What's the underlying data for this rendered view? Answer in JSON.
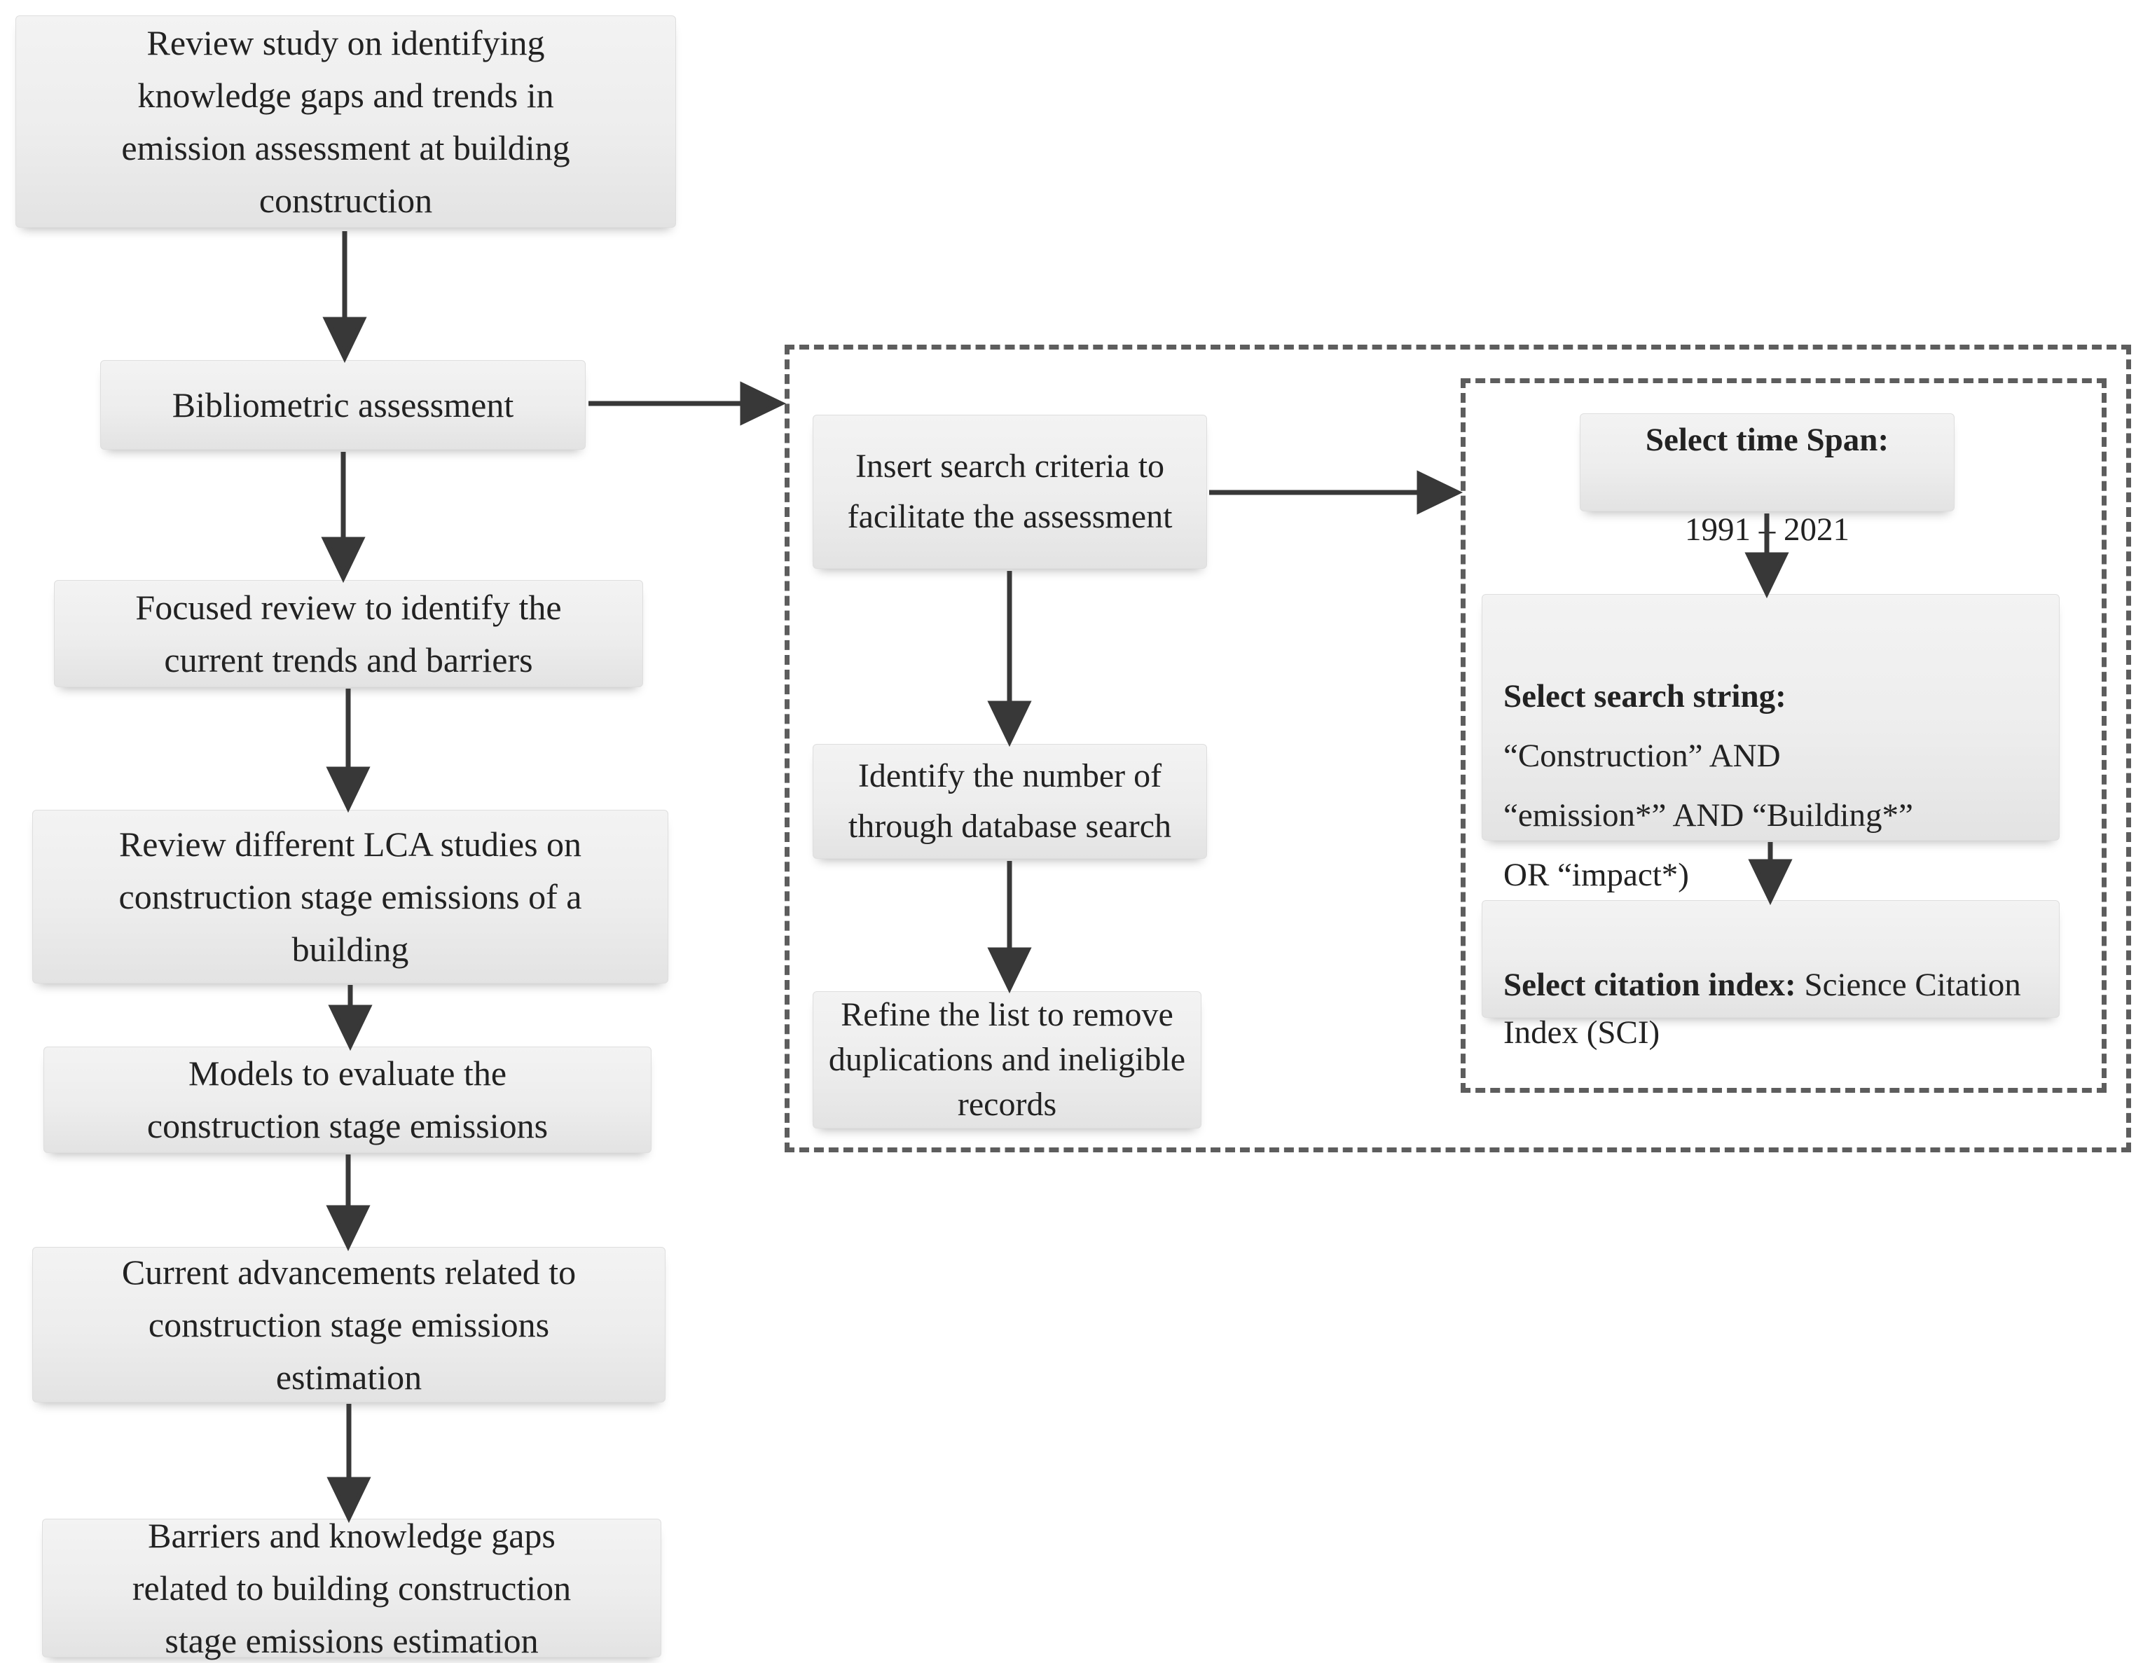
{
  "left_flow": {
    "step1": "Review study on identifying\nknowledge gaps and trends in\nemission assessment at building\nconstruction",
    "step2": "Bibliometric assessment",
    "step3": "Focused review to identify the\ncurrent trends and barriers",
    "step4": "Review different LCA studies on\nconstruction stage emissions of a\nbuilding",
    "step5": "Models to evaluate the\nconstruction stage emissions",
    "step6": "Current advancements related to\nconstruction stage emissions\nestimation",
    "step7": "Barriers and knowledge gaps\nrelated to building construction\nstage emissions estimation"
  },
  "search_flow": {
    "step1": "Insert search criteria to\nfacilitate the assessment",
    "step2": "Identify the number of\nthrough database search",
    "step3": "Refine the list to remove\nduplications and ineligible\nrecords"
  },
  "criteria_flow": {
    "timespan": {
      "label": "Select time Span:",
      "value": "1991 – 2021"
    },
    "search_string": {
      "label": "Select search string:",
      "body": "“Construction” AND\n“emission*” AND “Building*”\nOR “impact*)"
    },
    "citation": {
      "label": "Select citation index:",
      "rest": " Science Citation Index (SCI)"
    }
  }
}
